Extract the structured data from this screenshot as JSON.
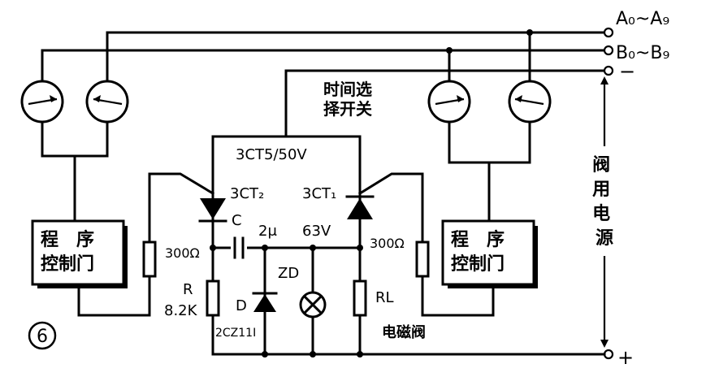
{
  "figure": {
    "number": "⑥"
  },
  "terminals": {
    "a_bus": "A₀~A₉",
    "b_bus": "B₀~B₉",
    "minus": "−",
    "plus": "+"
  },
  "labels": {
    "time_switch_line1": "时间选",
    "time_switch_line2": "择开关",
    "scr_rating": "3CT5/50V",
    "scr_left": "3CT₂",
    "scr_right": "3CT₁",
    "cap_letter": "C",
    "cap_value": "2μ",
    "cap_voltage": "63V",
    "res_left": "300Ω",
    "res_right": "300Ω",
    "r_letter": "R",
    "r_value": "8.2K",
    "diode_letter": "D",
    "diode_part": "2CZ11I",
    "zener": "ZD",
    "load": "RL",
    "solenoid": "电磁阀",
    "gate_left_line1": "程　序",
    "gate_left_line2": "控制门",
    "gate_right_line1": "程　序",
    "gate_right_line2": "控制门",
    "valve_power": "阀用电源"
  }
}
